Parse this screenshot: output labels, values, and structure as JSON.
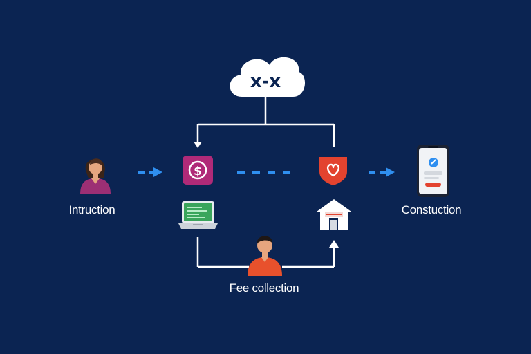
{
  "diagram": {
    "cloud_text": "x-x",
    "labels": {
      "left": "Intruction",
      "right": "Constuction",
      "bottom": "Fee collection"
    }
  },
  "colors": {
    "background": "#0b2452",
    "connector": "#ffffff",
    "dashed_arrow": "#2f8ff0",
    "payment_icon": "#b02a78",
    "shield_icon": "#e3432f",
    "laptop_screen": "#3aa55c",
    "person_female_shirt": "#9c2f74",
    "person_male_shirt": "#e8512c"
  },
  "icons": {
    "cloud": "cloud-icon",
    "payment": "dollar-app-icon",
    "shield": "shield-heart-icon",
    "laptop": "laptop-icon",
    "house": "house-icon",
    "phone": "smartphone-icon",
    "person_left": "woman-avatar-icon",
    "person_bottom": "man-avatar-icon"
  }
}
